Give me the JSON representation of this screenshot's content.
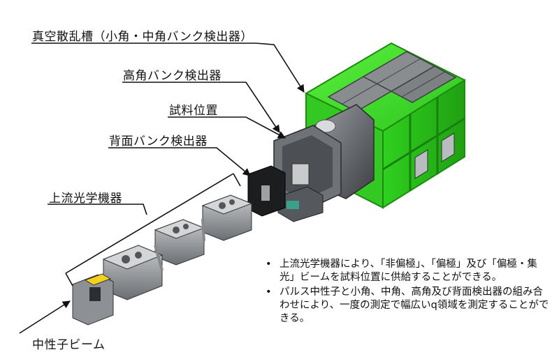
{
  "labels": {
    "vacuum_tank": "真空散乱槽（小角・中角バンク検出器）",
    "high_angle_bank": "高角バンク検出器",
    "sample_position": "試料位置",
    "backscatter_bank": "背面バンク検出器",
    "upstream_optics": "上流光学機器",
    "neutron_beam": "中性子ビーム"
  },
  "notes": [
    "上流光学機器により、「非偏極」、「偏極」及び「偏極・集光」ビームを試料位置に供給することができる。",
    "パルス中性子と小角、中角、高角及び背面検出器の組み合わせにより、一度の測定で幅広いq領域を測定することができる。"
  ],
  "colors": {
    "tank_green": "#3ddc2a",
    "tank_frame": "#1f8a12",
    "detector_gray": "#8a8d90",
    "marker_yellow": "#f2d21b"
  }
}
